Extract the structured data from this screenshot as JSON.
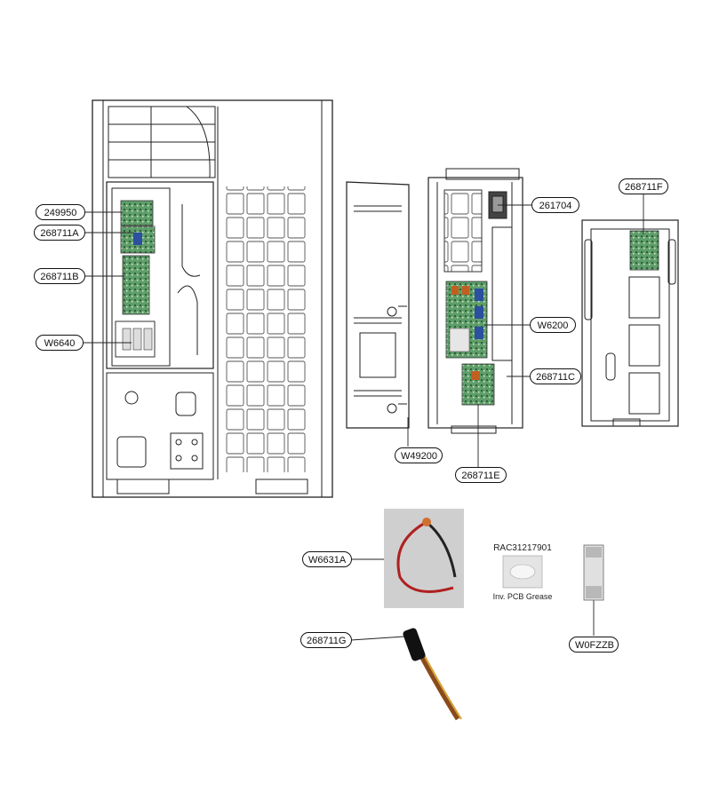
{
  "parts": {
    "p249950": "249950",
    "p268711A": "268711A",
    "p268711B": "268711B",
    "pW6640": "W6640",
    "p261704": "261704",
    "pW6200": "W6200",
    "p268711C": "268711C",
    "pW49200": "W49200",
    "p268711E": "268711E",
    "p268711F": "268711F",
    "pW6631A": "W6631A",
    "p268711G": "268711G",
    "pW0FZZB": "W0FZZB"
  },
  "grease": {
    "code": "RAC31217901",
    "label": "Inv. PCB Grease"
  },
  "colors": {
    "line": "#222222",
    "pcb_green": "#5f9e6a",
    "photo_bg": "#c9c9c9"
  }
}
